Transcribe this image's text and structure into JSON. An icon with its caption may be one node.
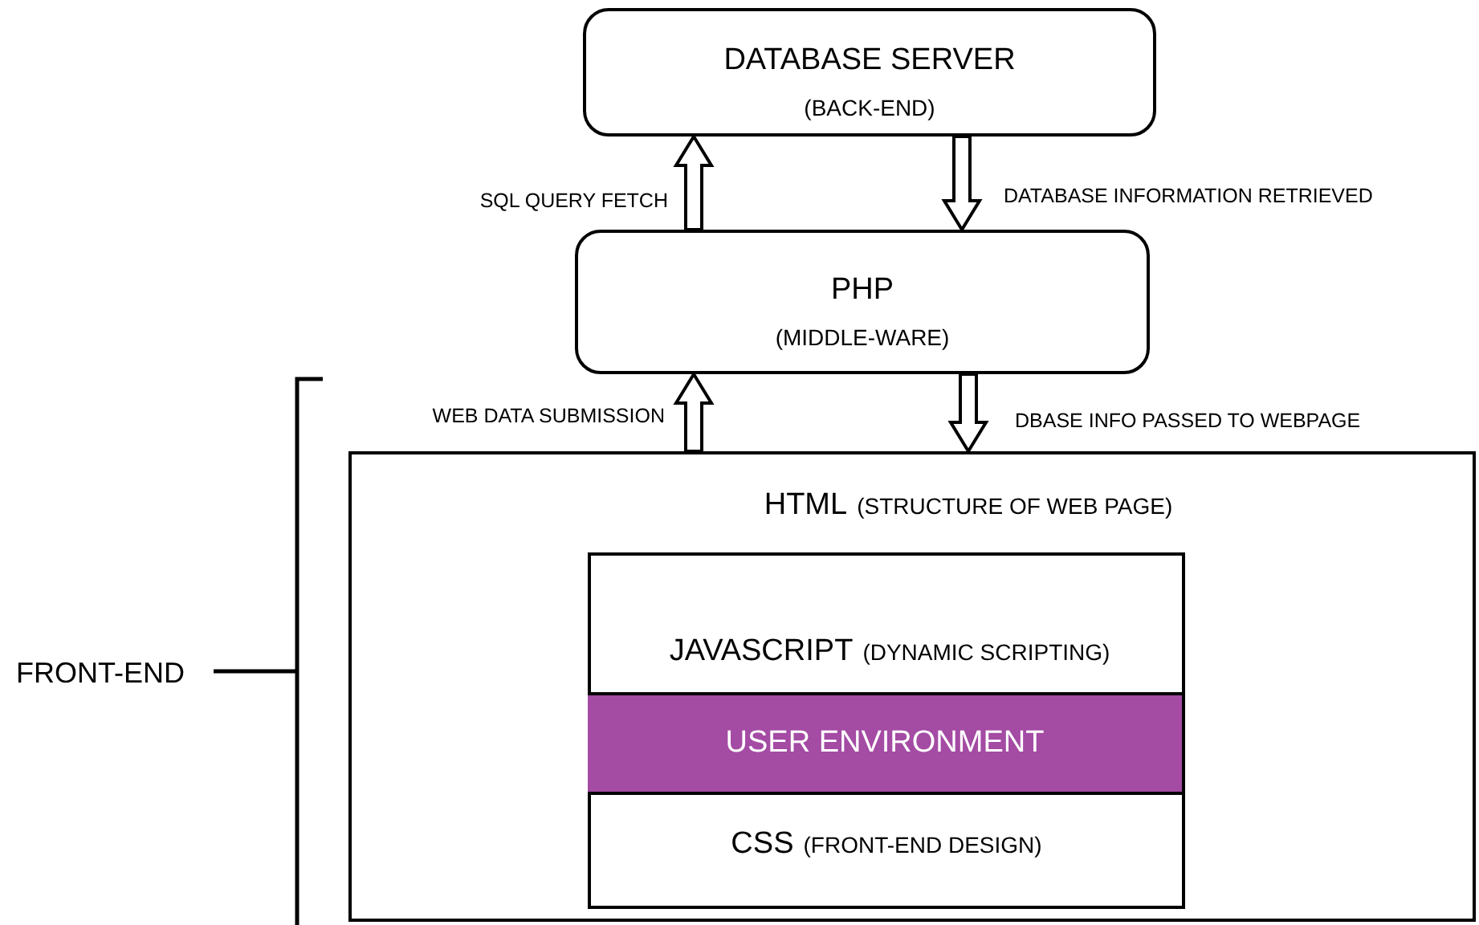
{
  "diagram": {
    "nodes": [
      {
        "text": [
          "DATABASE SERVER",
          "(BACK-END)"
        ]
      },
      {
        "text": [
          "PHP",
          "(MIDDLE-WARE)"
        ]
      },
      {
        "text": [
          "HTML",
          "(STRUCTURE OF WEB PAGE)"
        ]
      },
      {
        "text": [],
        "shape": "box",
        "in": 2
      },
      {
        "text": [
          "JAVASCRIPT",
          "(DYNAMIC SCRIPTING)"
        ],
        "in": 3
      },
      {
        "text": [
          "USER ENVIRONMENT"
        ],
        "in": 3
      },
      {
        "text": [
          "CSS",
          "(FRONT-END DESIGN)"
        ],
        "in": 3
      }
    ],
    "edges": [
      {
        "from": 1,
        "to": 0,
        "arrow": "to",
        "label": "SQL QUERY FETCH"
      },
      {
        "from": 0,
        "to": 1,
        "arrow": "to",
        "label": "DATABASE INFORMATION RETRIEVED"
      },
      {
        "from": 2,
        "to": 1,
        "arrow": "to",
        "label": "WEB DATA SUBMISSION"
      },
      {
        "from": 1,
        "to": 2,
        "arrow": "to",
        "label": "DBASE INFO PASSED TO WEBPAGE"
      }
    ],
    "labels": [
      "FRONT-END"
    ]
  }
}
